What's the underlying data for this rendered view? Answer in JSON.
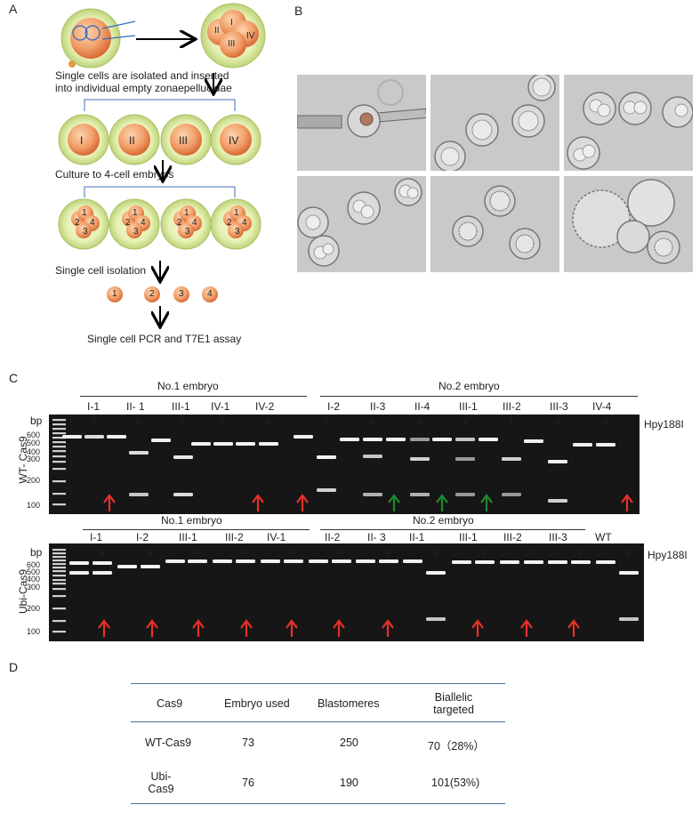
{
  "panels": {
    "a": "A",
    "b": "B",
    "c": "C",
    "d": "D"
  },
  "schematic": {
    "roman": [
      "I",
      "II",
      "III",
      "IV"
    ],
    "cells": [
      "1",
      "2",
      "3",
      "4"
    ],
    "step1": "Single cells are isolated and inserted",
    "step1b": "into individual empty zonaepellucidae",
    "step2": "Culture to 4-cell embryos",
    "step3": "Single cell isolation",
    "step4": "Single cell PCR and T7E1 assay"
  },
  "gel_wt": {
    "row_label": "WT- Cas9",
    "enzyme": "Hpy188I",
    "bp": "bp",
    "embryo1": "No.1 embryo",
    "embryo2": "No.2 embryo",
    "samples": [
      "I-1",
      "II- 1",
      "III-1",
      "IV-1",
      "IV-2",
      "I-2",
      "II-3",
      "II-4",
      "III-1",
      "III-2",
      "III-3",
      "IV-4"
    ],
    "ladder": [
      "600",
      "500",
      "400",
      "300",
      "200",
      "100"
    ],
    "arrow_colors": {
      "red": "#e8302a",
      "green": "#1f8a2e"
    }
  },
  "gel_ubi": {
    "row_label": "Ubi-Cas9",
    "enzyme": "Hpy188I",
    "bp": "bp",
    "embryo1": "No.1 embryo",
    "embryo2": "No.2 embryo",
    "samples": [
      "I-1",
      "I-2",
      "III-1",
      "III-2",
      "IV-1",
      "II-2",
      "II- 3",
      "II-1",
      "III-1",
      "III-2",
      "III-3",
      "WT"
    ],
    "ladder": [
      "600",
      "500",
      "400",
      "300",
      "200",
      "100"
    ]
  },
  "signs": {
    "minus": "-",
    "plus": "+"
  },
  "table": {
    "headers": [
      "Cas9",
      "Embryo used",
      "Blastomeres",
      "Biallelic",
      "targeted"
    ],
    "rows": [
      {
        "cas9": [
          "WT-Cas9"
        ],
        "embryo": "73",
        "blast": "250",
        "bi": "70（28%）"
      },
      {
        "cas9": [
          "Ubi-",
          "Cas9"
        ],
        "embryo": "76",
        "blast": "190",
        "bi": "101(53%)"
      }
    ]
  }
}
